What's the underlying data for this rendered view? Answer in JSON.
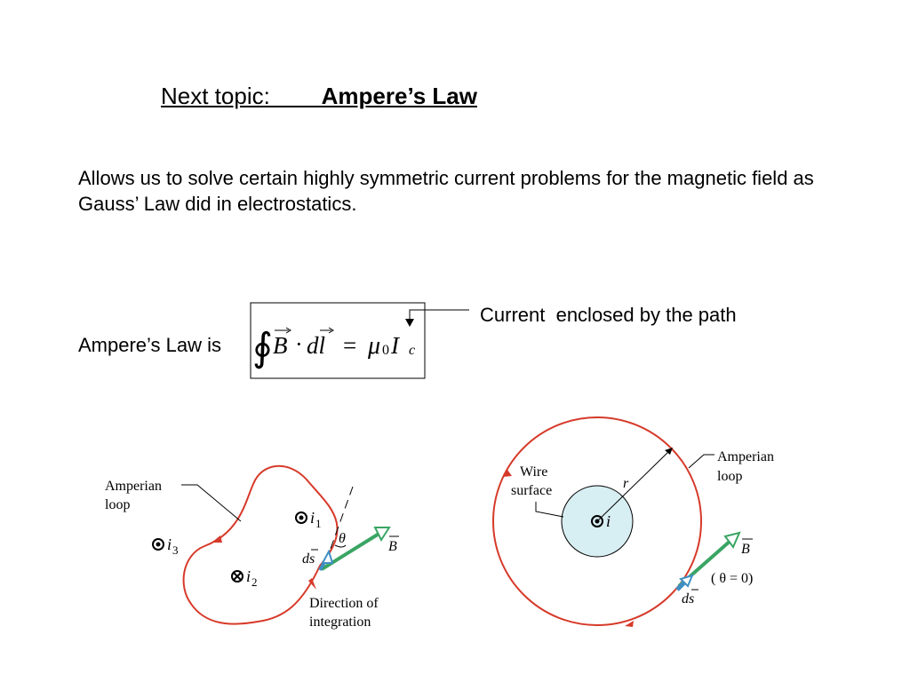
{
  "slide": {
    "title_prefix": "Next topic:        ",
    "title_main": "Ampere’s Law",
    "description": "Allows us to solve certain highly symmetric current problems for the magnetic field as Gauss’ Law did in electrostatics.",
    "law_label": "Ampere’s Law is",
    "callout": "Current  enclosed by the path",
    "equation": {
      "integral": "∮",
      "B": "B",
      "dot": "·",
      "dl": "dl",
      "equals": "=",
      "mu": "μ",
      "mu_sub": "0",
      "I": "I",
      "I_sub": "c"
    }
  },
  "figure_left": {
    "loop_label": [
      "Amperian",
      "loop"
    ],
    "i1": "i",
    "i1_sub": "1",
    "i2": "i",
    "i2_sub": "2",
    "i3": "i",
    "i3_sub": "3",
    "theta": "θ",
    "ds": "ds",
    "B": "B",
    "direction_label": [
      "Direction of",
      "integration"
    ]
  },
  "figure_right": {
    "wire_label": [
      "Wire",
      "surface"
    ],
    "loop_label": [
      "Amperian",
      "loop"
    ],
    "r": "r",
    "i": "i",
    "B": "B",
    "theta_zero": "( θ = 0)",
    "ds": "ds"
  },
  "colors": {
    "loop_red": "#d63a2a",
    "arrow_green": "#3aa564",
    "arrow_blue": "#3f8fc4",
    "wire_fill": "#d7eef2"
  }
}
